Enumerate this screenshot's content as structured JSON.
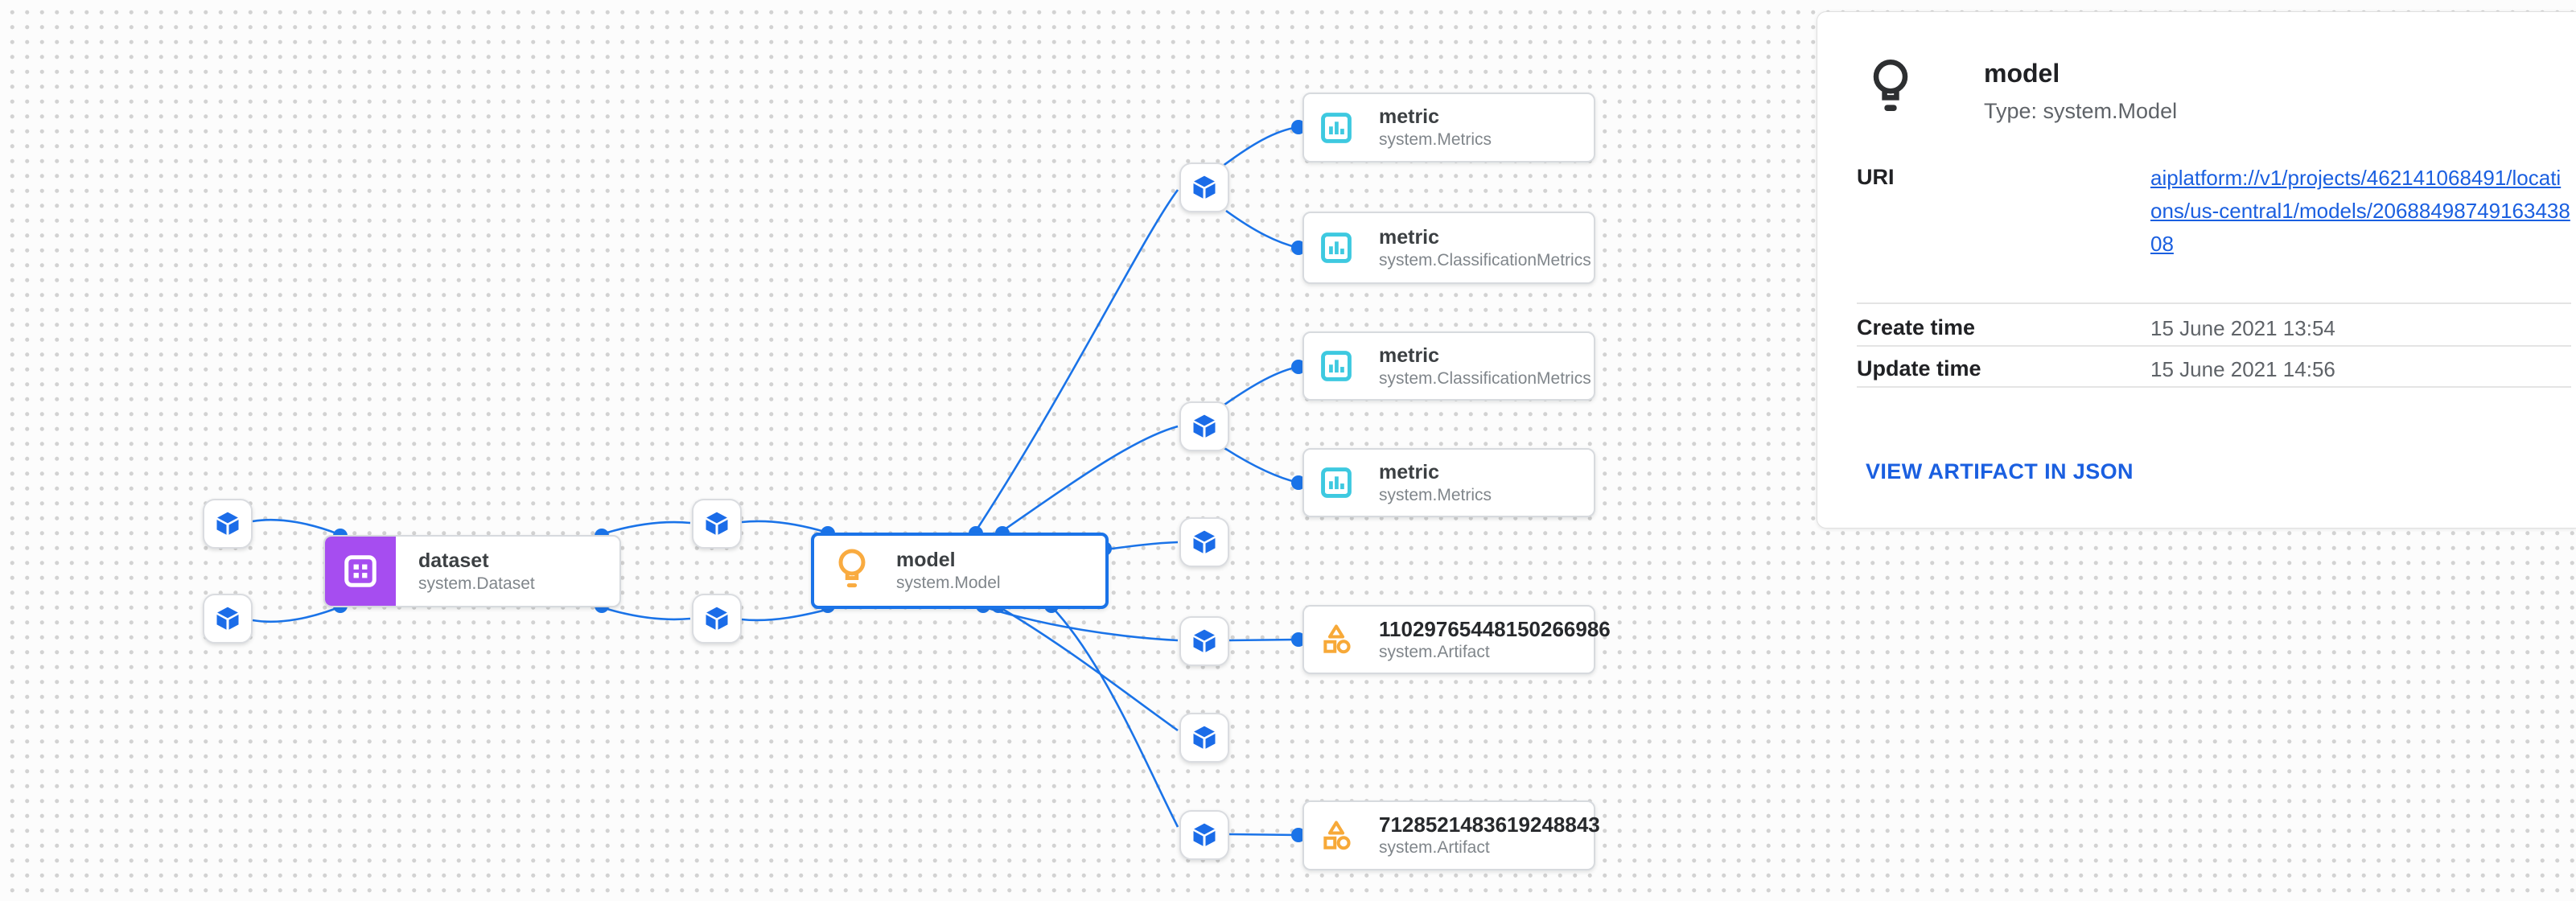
{
  "canvas": {
    "nodes": {
      "dataset": {
        "title": "dataset",
        "subtitle": "system.Dataset"
      },
      "model": {
        "title": "model",
        "subtitle": "system.Model"
      },
      "metric1": {
        "title": "metric",
        "subtitle": "system.Metrics"
      },
      "metric2": {
        "title": "metric",
        "subtitle": "system.ClassificationMetrics"
      },
      "metric3": {
        "title": "metric",
        "subtitle": "system.ClassificationMetrics"
      },
      "metric4": {
        "title": "metric",
        "subtitle": "system.Metrics"
      },
      "artifact1": {
        "title": "11029765448150266986",
        "subtitle": "system.Artifact"
      },
      "artifact2": {
        "title": "7128521483619248843",
        "subtitle": "system.Artifact"
      }
    }
  },
  "panel": {
    "title": "model",
    "type_line": "Type: system.Model",
    "rows": [
      {
        "label": "URI",
        "value": "aiplatform://v1/projects/462141068491/locations/us-central1/models/2068849874916343808"
      },
      {
        "label": "Create time",
        "value": "15 June 2021 13:54"
      },
      {
        "label": "Update time",
        "value": "15 June 2021 14:56"
      }
    ],
    "action": "VIEW ARTIFACT IN JSON"
  },
  "colors": {
    "edge_blue": "#1a73e8",
    "cube_blue": "#1b6ce8",
    "metric_cyan": "#3ec9e0",
    "artifact_amber": "#f7a938",
    "dataset_purple": "#a64df0",
    "link_blue": "#1a5fe0"
  }
}
